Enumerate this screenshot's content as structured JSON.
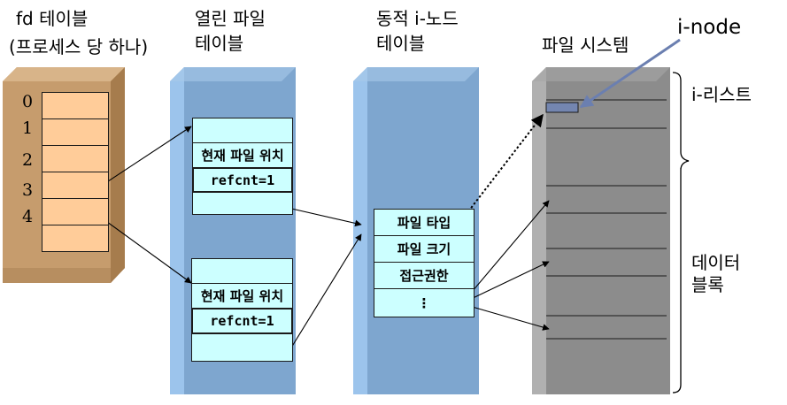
{
  "headers": {
    "fd_table": [
      "fd 테이블",
      "(프로세스 당 하나)"
    ],
    "open_file_table": [
      "열린 파일",
      "테이블"
    ],
    "inode_table": [
      "동적 i-노드",
      "테이블"
    ],
    "file_system": "파일 시스템"
  },
  "fd_indices": [
    "0",
    "1",
    "2",
    "3",
    "4"
  ],
  "open_file_entry": {
    "position": "현재 파일 위치",
    "refcnt": "refcnt=1"
  },
  "inode_entry": [
    "파일 타입",
    "파일 크기",
    "접근권한",
    "⋮"
  ],
  "fs_labels": {
    "inode": "i-node",
    "ilist": "i-리스트",
    "data_blocks": [
      "데이터",
      "블록"
    ]
  },
  "colors": {
    "fd_panel": "#c69c6d",
    "fd_cell": "#ffcc99",
    "blue_panel": "#7ea6cf",
    "blue_side": "#9cc4ec",
    "table_cell": "#ccffff",
    "fs_panel": "#8c8c8c",
    "inode_marker": "#7486b0"
  }
}
